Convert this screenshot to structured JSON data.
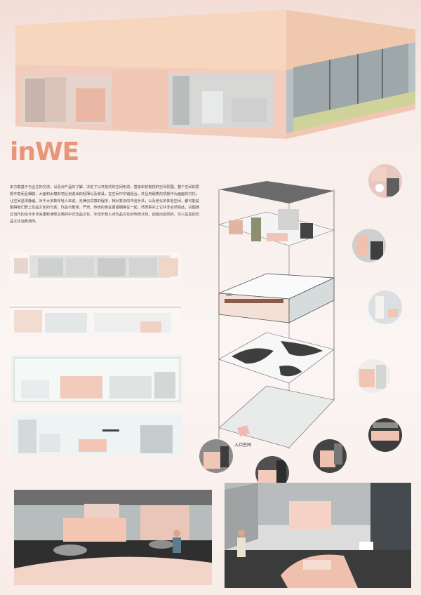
{
  "logo": {
    "text": "inWE",
    "color": "#e8957a"
  },
  "description": "本方案基于与业主的交流，以及对产品的了解，决定了以开放式的空间形态，营造年轻愉悦的空间氛围。整个空间的思想丰富而且细腻，大面积水磨石吧台创造出的轻薄以及家具，在空间中交错组合，并且用硬质的顶部作为面面的衬托，让空间显得静谧。对于大多数年轻人来说，无满仪式感的程序，相对复杂的冲泡手法，以及老化的体验空间，都可能是阻碍他们爱上饮品文化的元素。饮品与繁琐、严肃、传统的象征紧紧捆绑在一起，然而事实上它并非必然如此。试图通过当代的设计手法来重新演绎古典的中式饮品文化，冲击年轻人对饮品文化的传统认知，创造出自然的、引人驻足的饮品文化消费场所。",
  "axon": {
    "entrance_label": "入口空间",
    "sign_text": "WE"
  },
  "colors": {
    "pink": "#f1c9bb",
    "salmon": "#e8957a",
    "peach": "#f6d6c0",
    "dark": "#3a3a3a",
    "glass": "#c9d3d4"
  }
}
